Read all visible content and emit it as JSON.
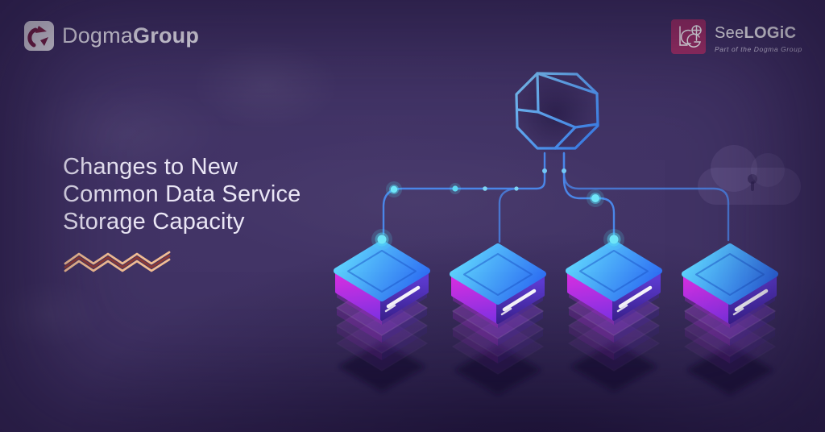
{
  "header": {
    "dogma": {
      "icon": "dogma-d-mark",
      "text_regular": "Dogma",
      "text_bold": "Group"
    },
    "seelogic": {
      "icon": "seelogic-monogram",
      "text_regular": "See",
      "text_bold": "LOGiC",
      "tagline": "Part of the Dogma Group"
    }
  },
  "hero": {
    "title_lines": [
      "Changes to New",
      "Common Data Service",
      "Storage Capacity"
    ]
  },
  "illustration": {
    "hub": {
      "type": "wireframe-polyhedron-node",
      "stroke_start": "#7cc6f8",
      "stroke_end": "#2f6fe0"
    },
    "databases": [
      {
        "id": "database-stack-1",
        "apex_glow_dot": true
      },
      {
        "id": "database-stack-2",
        "apex_glow_dot": false
      },
      {
        "id": "database-stack-3",
        "apex_glow_dot": true
      },
      {
        "id": "database-stack-4",
        "apex_glow_dot": false
      }
    ],
    "connector_line_color": "#4a86e8",
    "node_dot_color": "#5fdcf4"
  },
  "colors": {
    "background": "#3e3061",
    "title_text": "#eae6f5",
    "zigzag_light": "#f3be94",
    "zigzag_dark": "#8a3a38",
    "dogma_mark": "#7e2246",
    "seelogic_square": "#a23168",
    "db_top_start": "#60d6fd",
    "db_top_end": "#2e6ff3",
    "db_left_start": "#d92fe0",
    "db_left_end": "#8632e8",
    "db_right_start": "#5d3bd0",
    "db_right_end": "#3b2190"
  }
}
